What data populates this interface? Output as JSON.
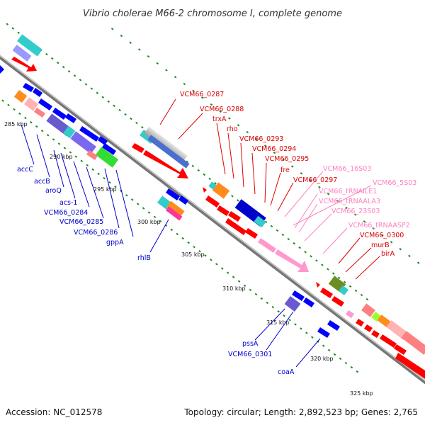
{
  "title": "Vibrio cholerae M66-2 chromosome I, complete genome",
  "accession": "Accession: NC_012578",
  "topology": "Topology: circular; Length: 2,892,523 bp; Genes: 2,765",
  "colors": {
    "backbone": "#808080",
    "tick_dots": "#1e8a1e",
    "left_labels": "#0000cc",
    "right_labels_red": "#dd0000",
    "right_labels_pink": "#ff80c0",
    "cds_blue": "#0000ff",
    "cds_red": "#ff0000",
    "trna_pink": "#ff99cc"
  },
  "ticks": [
    "285 kbp",
    "290 kbp",
    "295 kbp",
    "300 kbp",
    "305 kbp",
    "310 kbp",
    "315 kbp",
    "320 kbp",
    "325 kbp"
  ],
  "left_labels": [
    "accC",
    "accB",
    "aroQ",
    "acs-1",
    "VCM66_0284",
    "VCM66_0285",
    "VCM66_0286",
    "gppA",
    "rhlB",
    "pssA",
    "VCM66_0301",
    "coaA"
  ],
  "right_labels": [
    {
      "text": "VCM66_0287",
      "kind": "red"
    },
    {
      "text": "VCM66_0288",
      "kind": "red"
    },
    {
      "text": "trxA",
      "kind": "red"
    },
    {
      "text": "rho",
      "kind": "red"
    },
    {
      "text": "VCM66_0293",
      "kind": "red"
    },
    {
      "text": "VCM66_0294",
      "kind": "red"
    },
    {
      "text": "VCM66_0295",
      "kind": "red"
    },
    {
      "text": "fre",
      "kind": "red"
    },
    {
      "text": "VCM66_0297",
      "kind": "red"
    },
    {
      "text": "VCM66_16S03",
      "kind": "pink"
    },
    {
      "text": "VCM66_5S03",
      "kind": "pink"
    },
    {
      "text": "VCM66_tRNAILE1",
      "kind": "pink"
    },
    {
      "text": "VCM66_tRNAALA3",
      "kind": "pink"
    },
    {
      "text": "VCM66_23S03",
      "kind": "pink"
    },
    {
      "text": "VCM66_tRNAASP2",
      "kind": "pink"
    },
    {
      "text": "VCM66_0300",
      "kind": "red"
    },
    {
      "text": "murB",
      "kind": "red"
    },
    {
      "text": "birA",
      "kind": "red"
    }
  ]
}
